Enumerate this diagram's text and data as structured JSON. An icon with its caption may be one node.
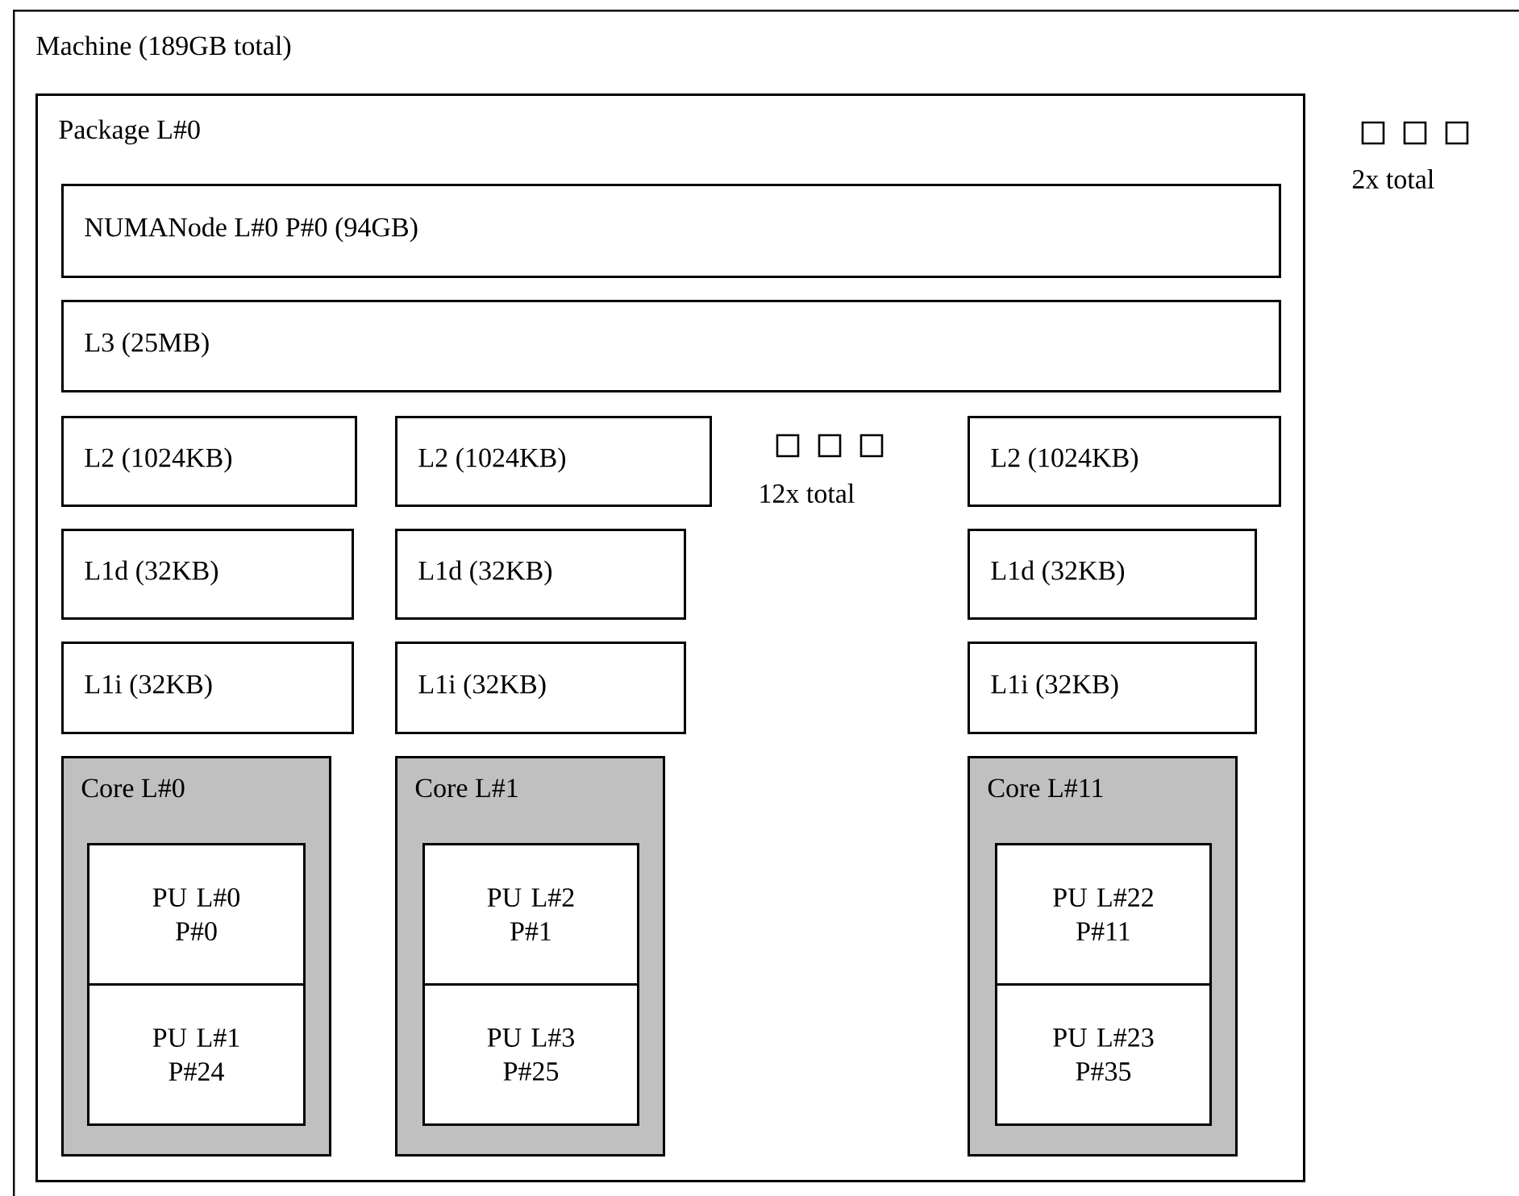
{
  "diagram": {
    "nodes": [
      {
        "text": [
          "Machine (189GB total)"
        ]
      },
      {
        "text": [
          "Package L#0"
        ],
        "in": 0
      },
      {
        "text": [
          "NUMANode L#0 P#0 (94GB)"
        ],
        "in": 1
      },
      {
        "text": [
          "L3 (25MB)"
        ],
        "in": 1
      },
      {
        "text": [
          "L2 (1024KB)"
        ],
        "in": 1
      },
      {
        "text": [
          "L2 (1024KB)"
        ],
        "in": 1
      },
      {
        "text": [
          "L2 (1024KB)"
        ],
        "in": 1
      },
      {
        "text": [
          "L1d (32KB)"
        ],
        "in": 1
      },
      {
        "text": [
          "L1d (32KB)"
        ],
        "in": 1
      },
      {
        "text": [
          "L1d (32KB)"
        ],
        "in": 1
      },
      {
        "text": [
          "L1i (32KB)"
        ],
        "in": 1
      },
      {
        "text": [
          "L1i (32KB)"
        ],
        "in": 1
      },
      {
        "text": [
          "L1i (32KB)"
        ],
        "in": 1
      },
      {
        "text": [
          "Core L#0"
        ],
        "in": 1
      },
      {
        "text": [
          "Core L#1"
        ],
        "in": 1
      },
      {
        "text": [
          "Core L#11"
        ],
        "in": 1
      },
      {
        "text": [
          "PU L#0 P#0"
        ],
        "in": 13
      },
      {
        "text": [
          "PU L#1 P#24"
        ],
        "in": 13
      },
      {
        "text": [
          "PU L#2 P#1"
        ],
        "in": 14
      },
      {
        "text": [
          "PU L#3 P#25"
        ],
        "in": 14
      },
      {
        "text": [
          "PU L#22 P#11"
        ],
        "in": 15
      },
      {
        "text": [
          "PU L#23 P#35"
        ],
        "in": 15
      }
    ],
    "labels": [
      "2x total",
      "12x total"
    ]
  }
}
